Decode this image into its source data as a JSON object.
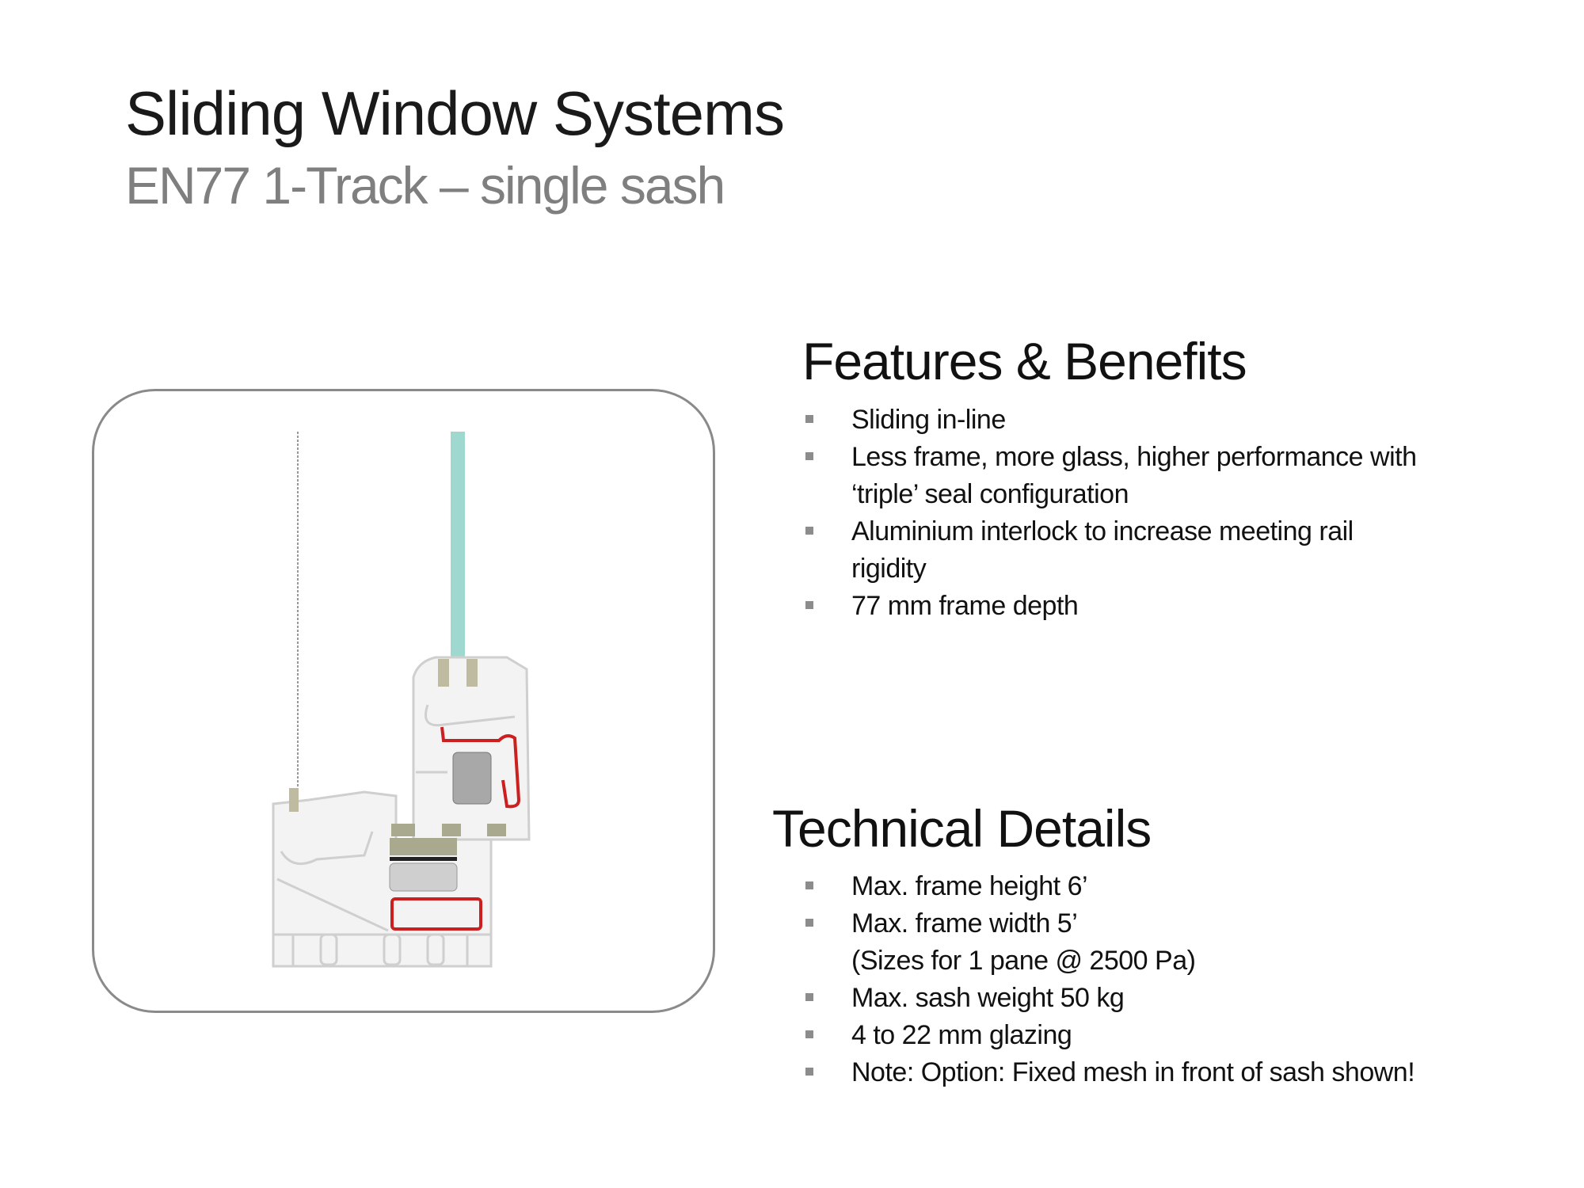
{
  "title": "Sliding Window Systems",
  "subtitle": "EN77 1-Track – single sash",
  "features": {
    "heading": "Features & Benefits",
    "items": [
      {
        "lines": [
          "Sliding in-line"
        ]
      },
      {
        "lines": [
          "Less frame, more glass, higher performance with",
          "‘triple’ seal configuration"
        ]
      },
      {
        "lines": [
          "Aluminium interlock to increase meeting rail",
          "rigidity"
        ]
      },
      {
        "lines": [
          "77 mm frame depth"
        ]
      }
    ]
  },
  "technical": {
    "heading": "Technical Details",
    "items": [
      {
        "lines": [
          "Max. frame height 6’"
        ]
      },
      {
        "lines": [
          "Max. frame width  5’",
          "(Sizes for 1 pane @ 2500 Pa)"
        ]
      },
      {
        "lines": [
          "Max. sash weight 50 kg"
        ]
      },
      {
        "lines": [
          "4 to 22 mm glazing"
        ]
      },
      {
        "lines": [
          "Note: Option: Fixed mesh in front of sash shown!"
        ]
      }
    ]
  },
  "colors": {
    "glass": "#9fd8cf",
    "reinforcement": "#cc1f1f",
    "profile": "#f2f2f2",
    "outline": "#d0d0d0",
    "bullet": "#8c8c8c",
    "subtitle": "#7f7f7f"
  }
}
